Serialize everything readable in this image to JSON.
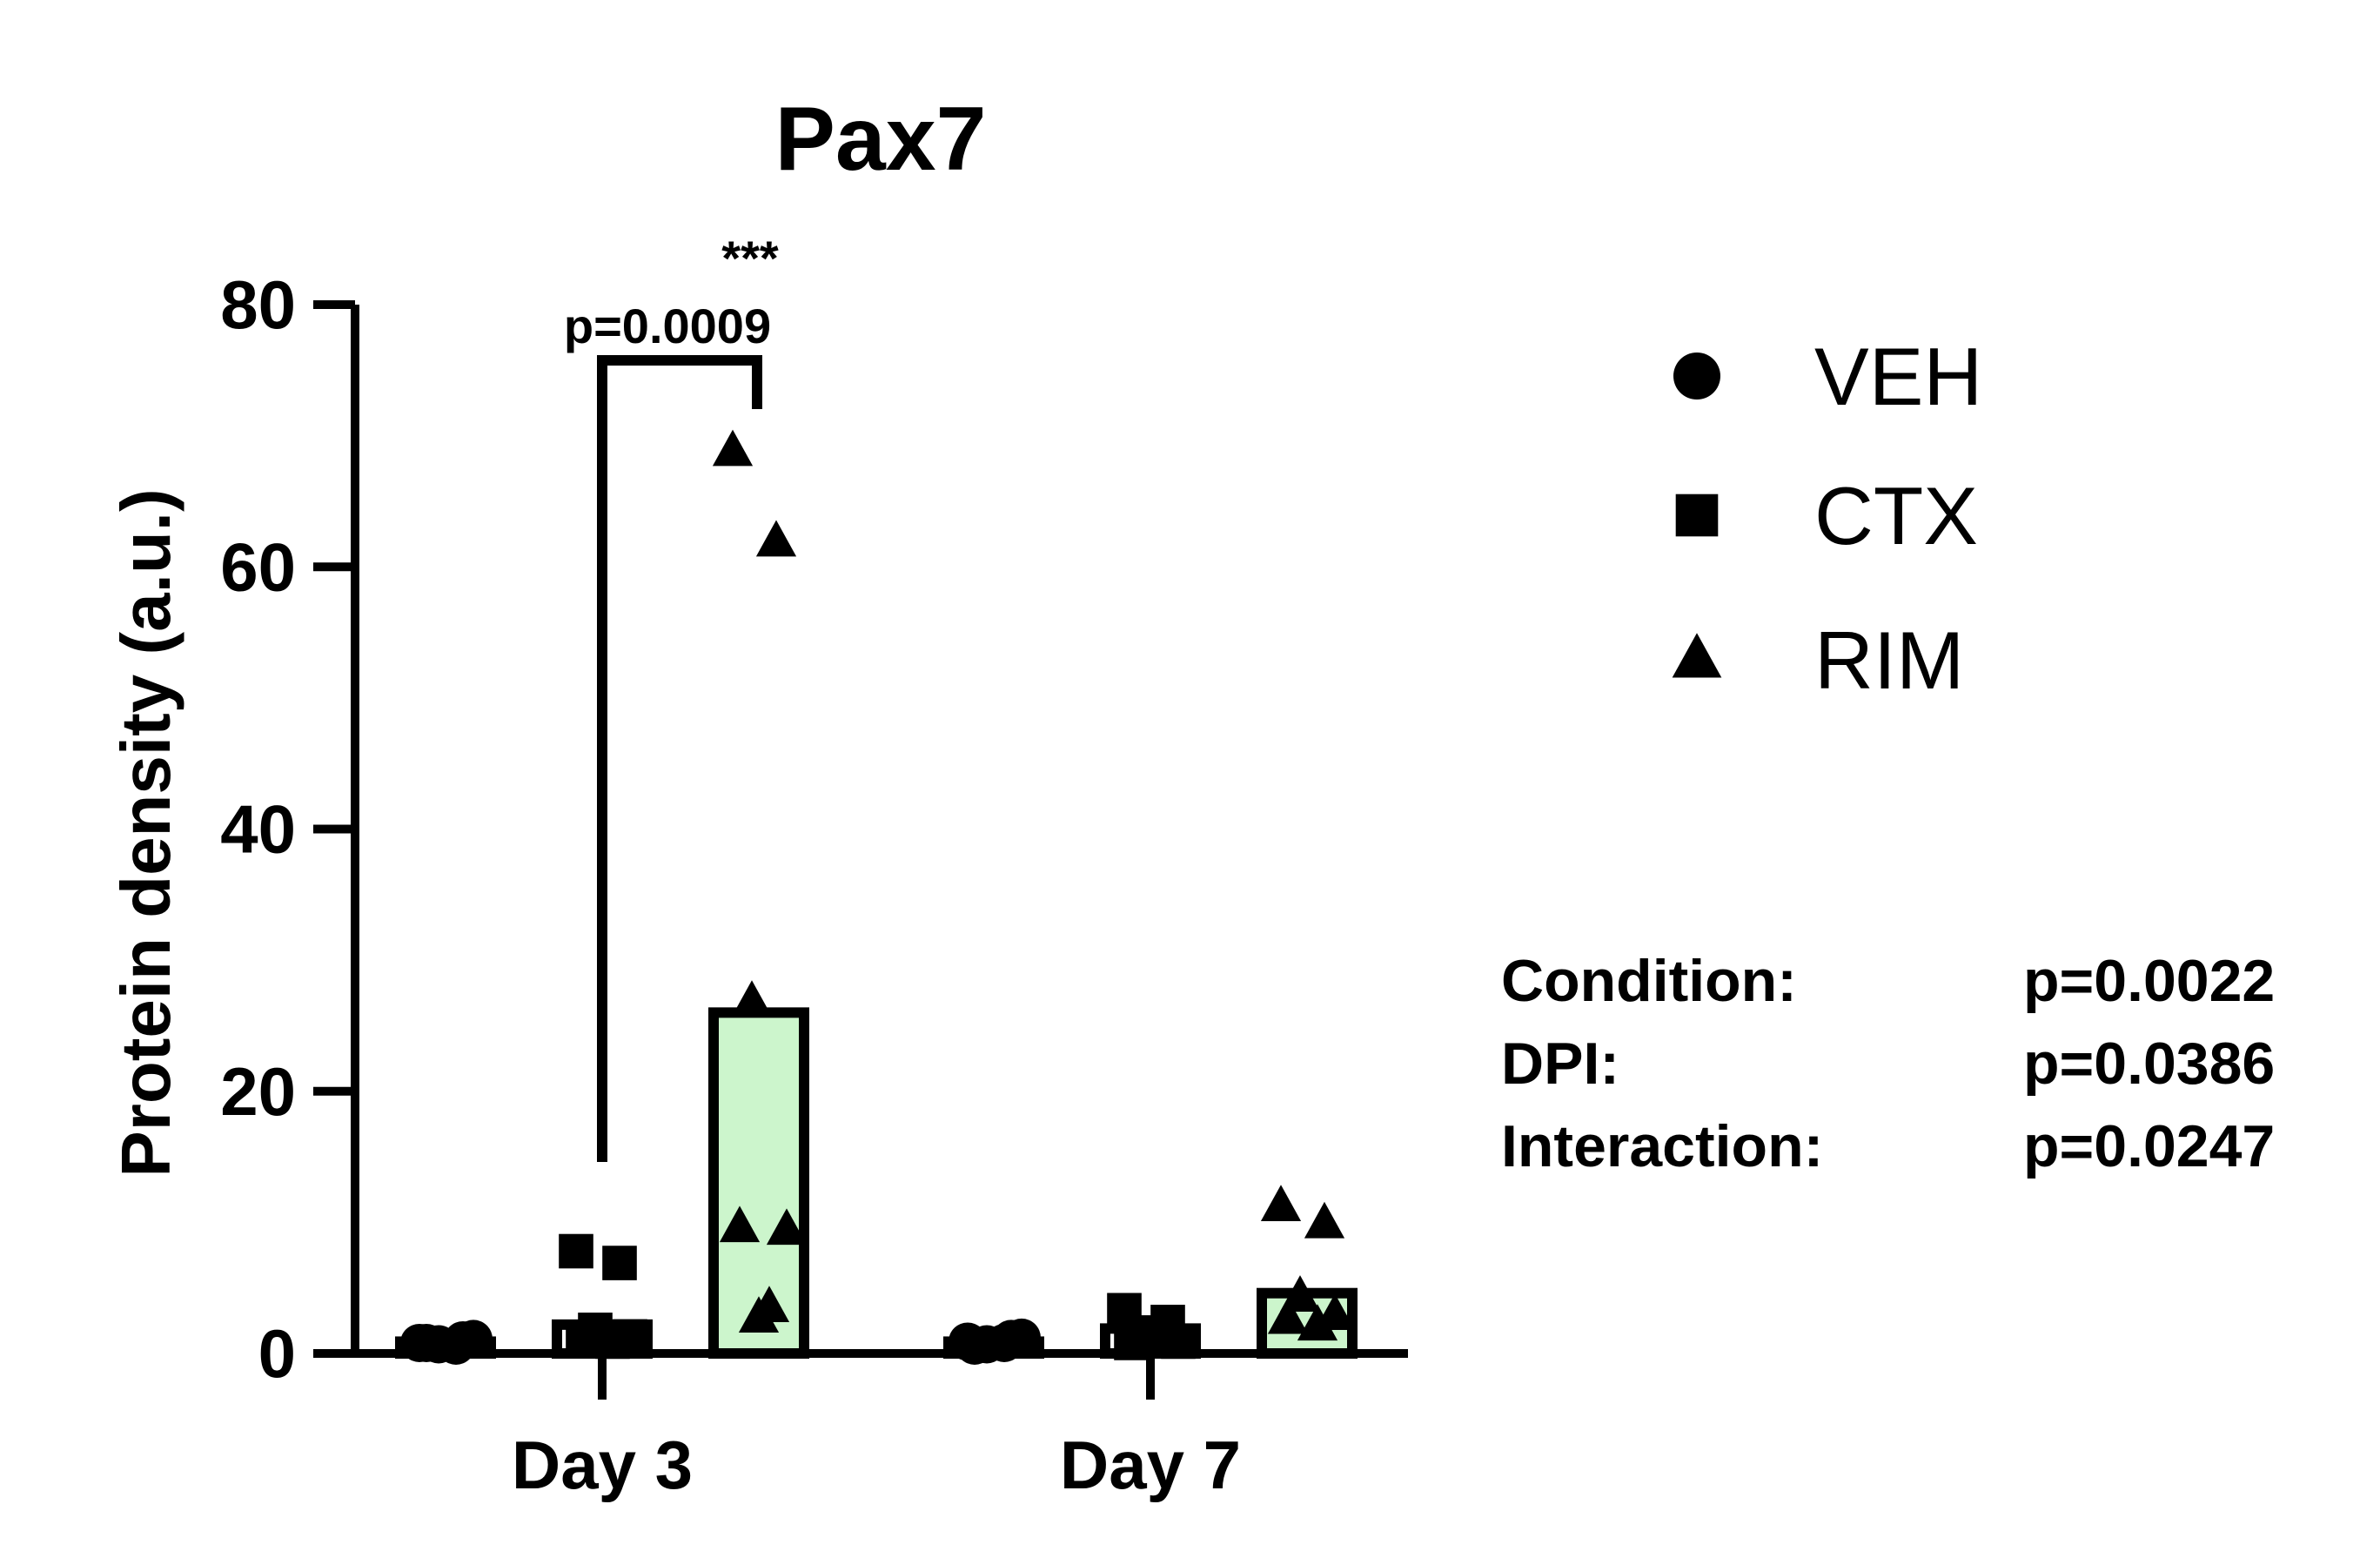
{
  "chart_data": {
    "type": "bar",
    "title": "Pax7",
    "xlabel": "",
    "ylabel": "Protein density (a.u.)",
    "ylim": [
      0,
      80
    ],
    "yticks": [
      0,
      20,
      40,
      60,
      80
    ],
    "categories": [
      "Day 3",
      "Day 7"
    ],
    "grid": false,
    "legend_position": "top-right",
    "series": [
      {
        "name": "VEH",
        "marker": "circle",
        "fill": "#ffffff",
        "means": [
          0.9,
          0.9
        ],
        "points": [
          [
            0.8,
            1.0,
            0.7,
            1.1,
            0.8,
            0.6
          ],
          [
            0.9,
            1.1,
            0.7,
            1.2,
            0.6,
            0.8
          ]
        ]
      },
      {
        "name": "CTX",
        "marker": "square",
        "fill": "#ffffff",
        "means": [
          2.2,
          1.9
        ],
        "points": [
          [
            7.8,
            6.9,
            1.8,
            1.3,
            1.0,
            0.9
          ],
          [
            3.3,
            2.4,
            1.6,
            0.9,
            0.8,
            1.1
          ]
        ]
      },
      {
        "name": "RIM",
        "marker": "triangle",
        "fill": "#ccf5cc",
        "means": [
          26.0,
          4.6
        ],
        "points": [
          [
            68.8,
            61.9,
            26.8,
            9.4,
            9.6,
            3.5,
            2.7
          ],
          [
            11.2,
            9.9,
            4.3,
            2.9,
            2.6,
            2.1
          ]
        ]
      }
    ],
    "annotations": {
      "comparison": {
        "p_label": "p=0.0009",
        "stars": "***"
      }
    },
    "stats": [
      {
        "label": "Condition:",
        "value": "p=0.0022"
      },
      {
        "label": "DPI:",
        "value": "p=0.0386"
      },
      {
        "label": "Interaction:",
        "value": "p=0.0247"
      }
    ]
  }
}
